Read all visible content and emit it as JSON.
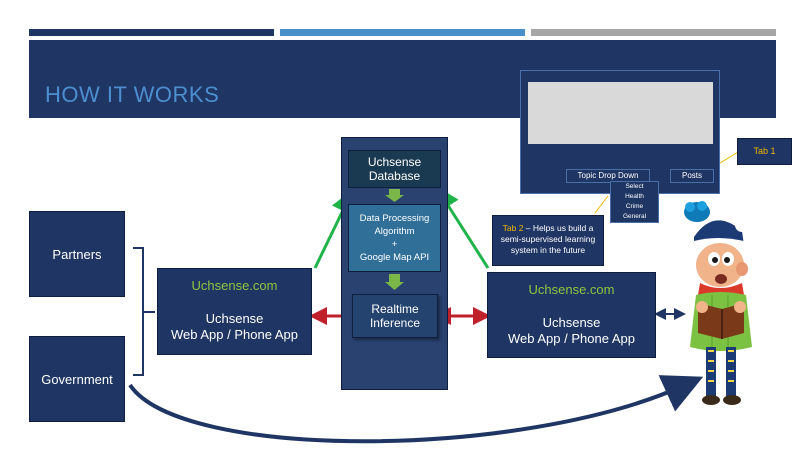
{
  "slide": {
    "title": "HOW IT WORKS",
    "colors": {
      "navy": "#1f3563",
      "title_blue": "#4c8fd0",
      "bar_light_blue": "#4a90c8",
      "bar_gray": "#a6a6a6",
      "arrow_green": "#1fb34a",
      "arrow_red": "#c0202a",
      "label_green": "#8ec63f",
      "tab_yellow": "#f5b700"
    }
  },
  "left": {
    "partners": "Partners",
    "government": "Government"
  },
  "web_left": {
    "site": "Uchsense.com",
    "line1": "Uchsense",
    "line2": "Web App / Phone App"
  },
  "center": {
    "database_line1": "Uchsense",
    "database_line2": "Database",
    "processing_line1": "Data Processing",
    "processing_line2": "Algorithm",
    "processing_line3": "+",
    "processing_line4": "Google Map API",
    "inference_line1": "Realtime",
    "inference_line2": "Inference"
  },
  "web_right": {
    "site": "Uchsense.com",
    "line1": "Uchsense",
    "line2": "Web App / Phone App"
  },
  "mockup": {
    "topic_dropdown": "Topic Drop Down",
    "posts": "Posts",
    "options": [
      "Select",
      "Health",
      "Crime",
      "General"
    ]
  },
  "callouts": {
    "tab1": "Tab 1",
    "tab2_label": "Tab 2",
    "tab2_text": " – Helps us build a semi-supervised learning system in the future"
  },
  "icons": {
    "person": "cartoon-person-reading-book-icon"
  }
}
